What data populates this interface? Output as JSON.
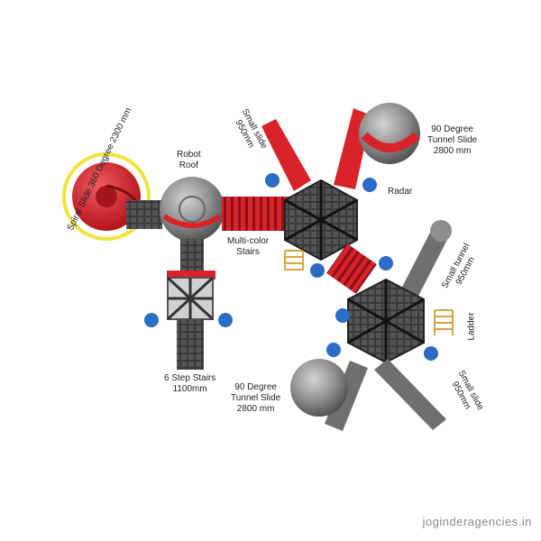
{
  "labels": {
    "spiral_slide": "Spiral Slide 360 Degree 2300 mm",
    "robot_roof": {
      "line1": "Robot",
      "line2": "Roof"
    },
    "small_slide_top": {
      "line1": "Small slide",
      "line2": "950mm"
    },
    "tunnel_slide_top": {
      "line1": "90 Degree",
      "line2": "Tunnel Slide",
      "line3": "2800 mm"
    },
    "radar": "Radar",
    "multicolor_stairs": {
      "line1": "Multi-color",
      "line2": "Stairs"
    },
    "small_tunnel": {
      "line1": "Small tunnel",
      "line2": "950mm"
    },
    "ladder": "Ladder",
    "step_stairs": {
      "line1": "6 Step Stairs",
      "line2": "1100mm"
    },
    "tunnel_slide_bottom": {
      "line1": "90 Degree",
      "line2": "Tunnel Slide",
      "line3": "2800 mm"
    },
    "small_slide_bottom": {
      "line1": "Small slide",
      "line2": "950mm"
    }
  },
  "watermark": "joginderagencies.in",
  "colors": {
    "red": "#d8232a",
    "dark_red": "#a5161c",
    "grey": "#6f6f6f",
    "light_grey": "#b9b9b9",
    "deck": "#3a3a3a",
    "blue": "#2b6cc4",
    "yellow": "#f2e33a",
    "tan": "#d9a441"
  }
}
